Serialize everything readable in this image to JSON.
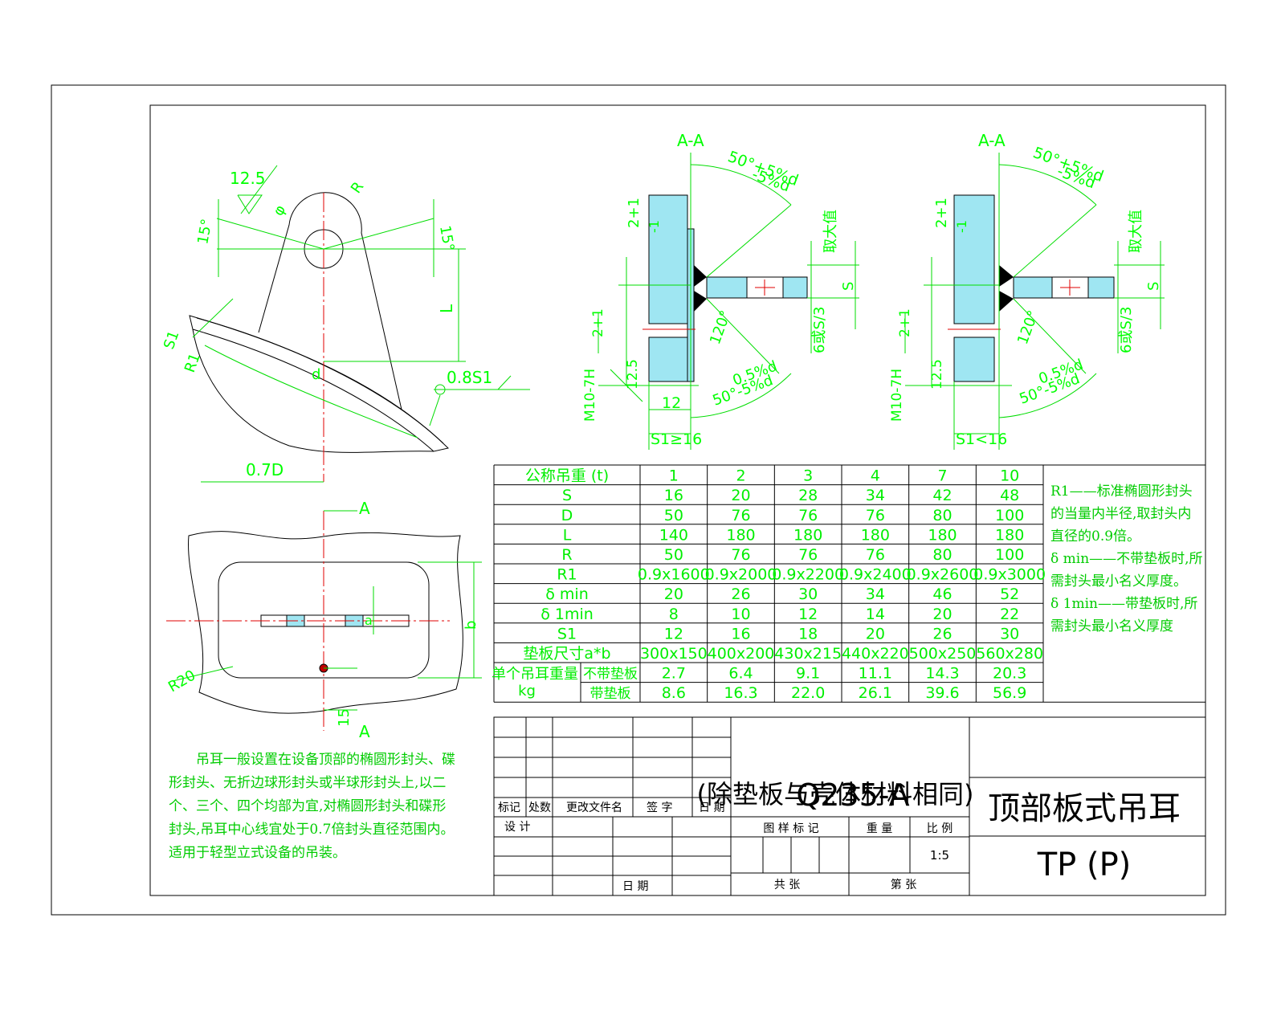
{
  "table": {
    "row_labels": [
      "公称吊重 (t)",
      "S",
      "D",
      "L",
      "R",
      "R1",
      "δ min",
      "δ 1min",
      "S1",
      "垫板尺寸a*b"
    ],
    "columns": [
      "1",
      "2",
      "3",
      "4",
      "7",
      "10"
    ],
    "rows": [
      [
        "16",
        "20",
        "28",
        "34",
        "42",
        "48"
      ],
      [
        "50",
        "76",
        "76",
        "76",
        "80",
        "100"
      ],
      [
        "140",
        "180",
        "180",
        "180",
        "180",
        "180"
      ],
      [
        "50",
        "76",
        "76",
        "76",
        "80",
        "100"
      ],
      [
        "0.9x1600",
        "0.9x2000",
        "0.9x2200",
        "0.9x2400",
        "0.9x2600",
        "0.9x3000"
      ],
      [
        "20",
        "26",
        "30",
        "34",
        "46",
        "52"
      ],
      [
        "8",
        "10",
        "12",
        "14",
        "20",
        "22"
      ],
      [
        "12",
        "16",
        "18",
        "20",
        "26",
        "30"
      ],
      [
        "300x150",
        "400x200",
        "430x215",
        "440x220",
        "500x250",
        "560x280"
      ]
    ],
    "weight_label": "单个吊耳重量",
    "weight_unit": "kg",
    "weight_rows": [
      {
        "label": "不带垫板",
        "values": [
          "2.7",
          "6.4",
          "9.1",
          "11.1",
          "14.3",
          "20.3"
        ]
      },
      {
        "label": "带垫板",
        "values": [
          "8.6",
          "16.3",
          "22.0",
          "26.1",
          "39.6",
          "56.9"
        ]
      }
    ]
  },
  "side_notes": [
    "R1——标准椭圆形封头的当量内半径,取封头内直径的0.9倍。",
    "δ min——不带垫板时,所需封头最小名义厚度。",
    "δ 1min——带垫板时,所需封头最小名义厚度"
  ],
  "bottom_note": "吊耳一般设置在设备顶部的椭圆形封头、碟形封头、无折边球形封头或半球形封头上,以二个、三个、四个均部为宜,对椭圆形封头和碟形封头,吊耳中心线宜处于0.7倍封头直径范围内。适用于轻型立式设备的吊装。",
  "title_block": {
    "material": "Q235-A",
    "material_note": "(除垫板与壳体材料相同)",
    "title": "顶部板式吊耳",
    "code": "TP (P)",
    "headers": [
      "标记",
      "处数",
      "更改文件名",
      "签 字",
      "日 期"
    ],
    "design": "设 计",
    "date": "日 期",
    "fig_mark": "图 样 标 记",
    "weight": "重 量",
    "scale_label": "比 例",
    "scale": "1:5",
    "sheets_total": "共 张",
    "sheet_no": "第 张"
  },
  "labels": {
    "aa": "A-A",
    "a": "A",
    "weld_angle": "50°+5%d",
    "weld_tol": "-5%d",
    "weld_angle2": "50°-5%d",
    "weld_tol2": "0.5%d",
    "gap": "2+1",
    "gap_sub": "-1",
    "take_big": "取大值",
    "s": "S",
    "sixs3": "6或S/3",
    "ang120": "120°",
    "m10": "M10-7H",
    "d125": "12.5",
    "d12": "12",
    "s1ge16": "S1≥16",
    "s1lt16": "S1<16",
    "ang15": "15°",
    "r": "R",
    "phi": "φ",
    "l": "L",
    "s1": "S1",
    "r1": "R1",
    "d": "d",
    "s108": "0.8S1",
    "d07": "0.7D",
    "r20": "R20",
    "b": "b",
    "a_dim": "a",
    "d15": "15"
  }
}
